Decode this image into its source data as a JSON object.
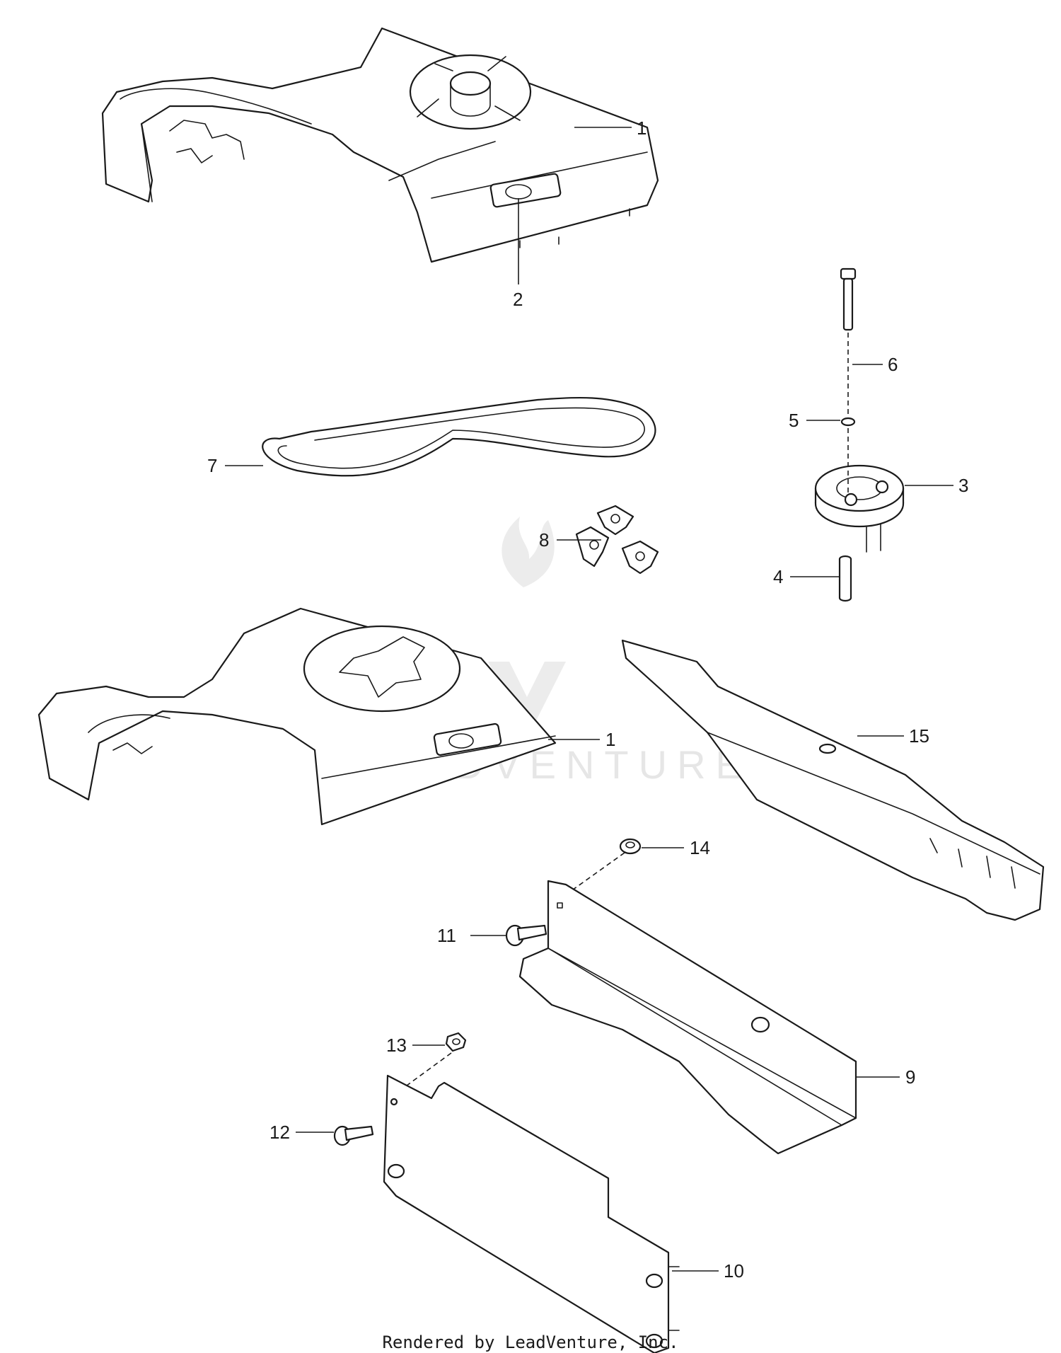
{
  "callouts": {
    "c1_top": "1",
    "c2": "2",
    "c6": "6",
    "c5": "5",
    "c3": "3",
    "c7": "7",
    "c8": "8",
    "c4": "4",
    "c1_mid": "1",
    "c15": "15",
    "c14": "14",
    "c11": "11",
    "c9": "9",
    "c13": "13",
    "c12": "12",
    "c10": "10"
  },
  "watermark": "LEADVENTURE",
  "footer": "Rendered by LeadVenture, Inc."
}
